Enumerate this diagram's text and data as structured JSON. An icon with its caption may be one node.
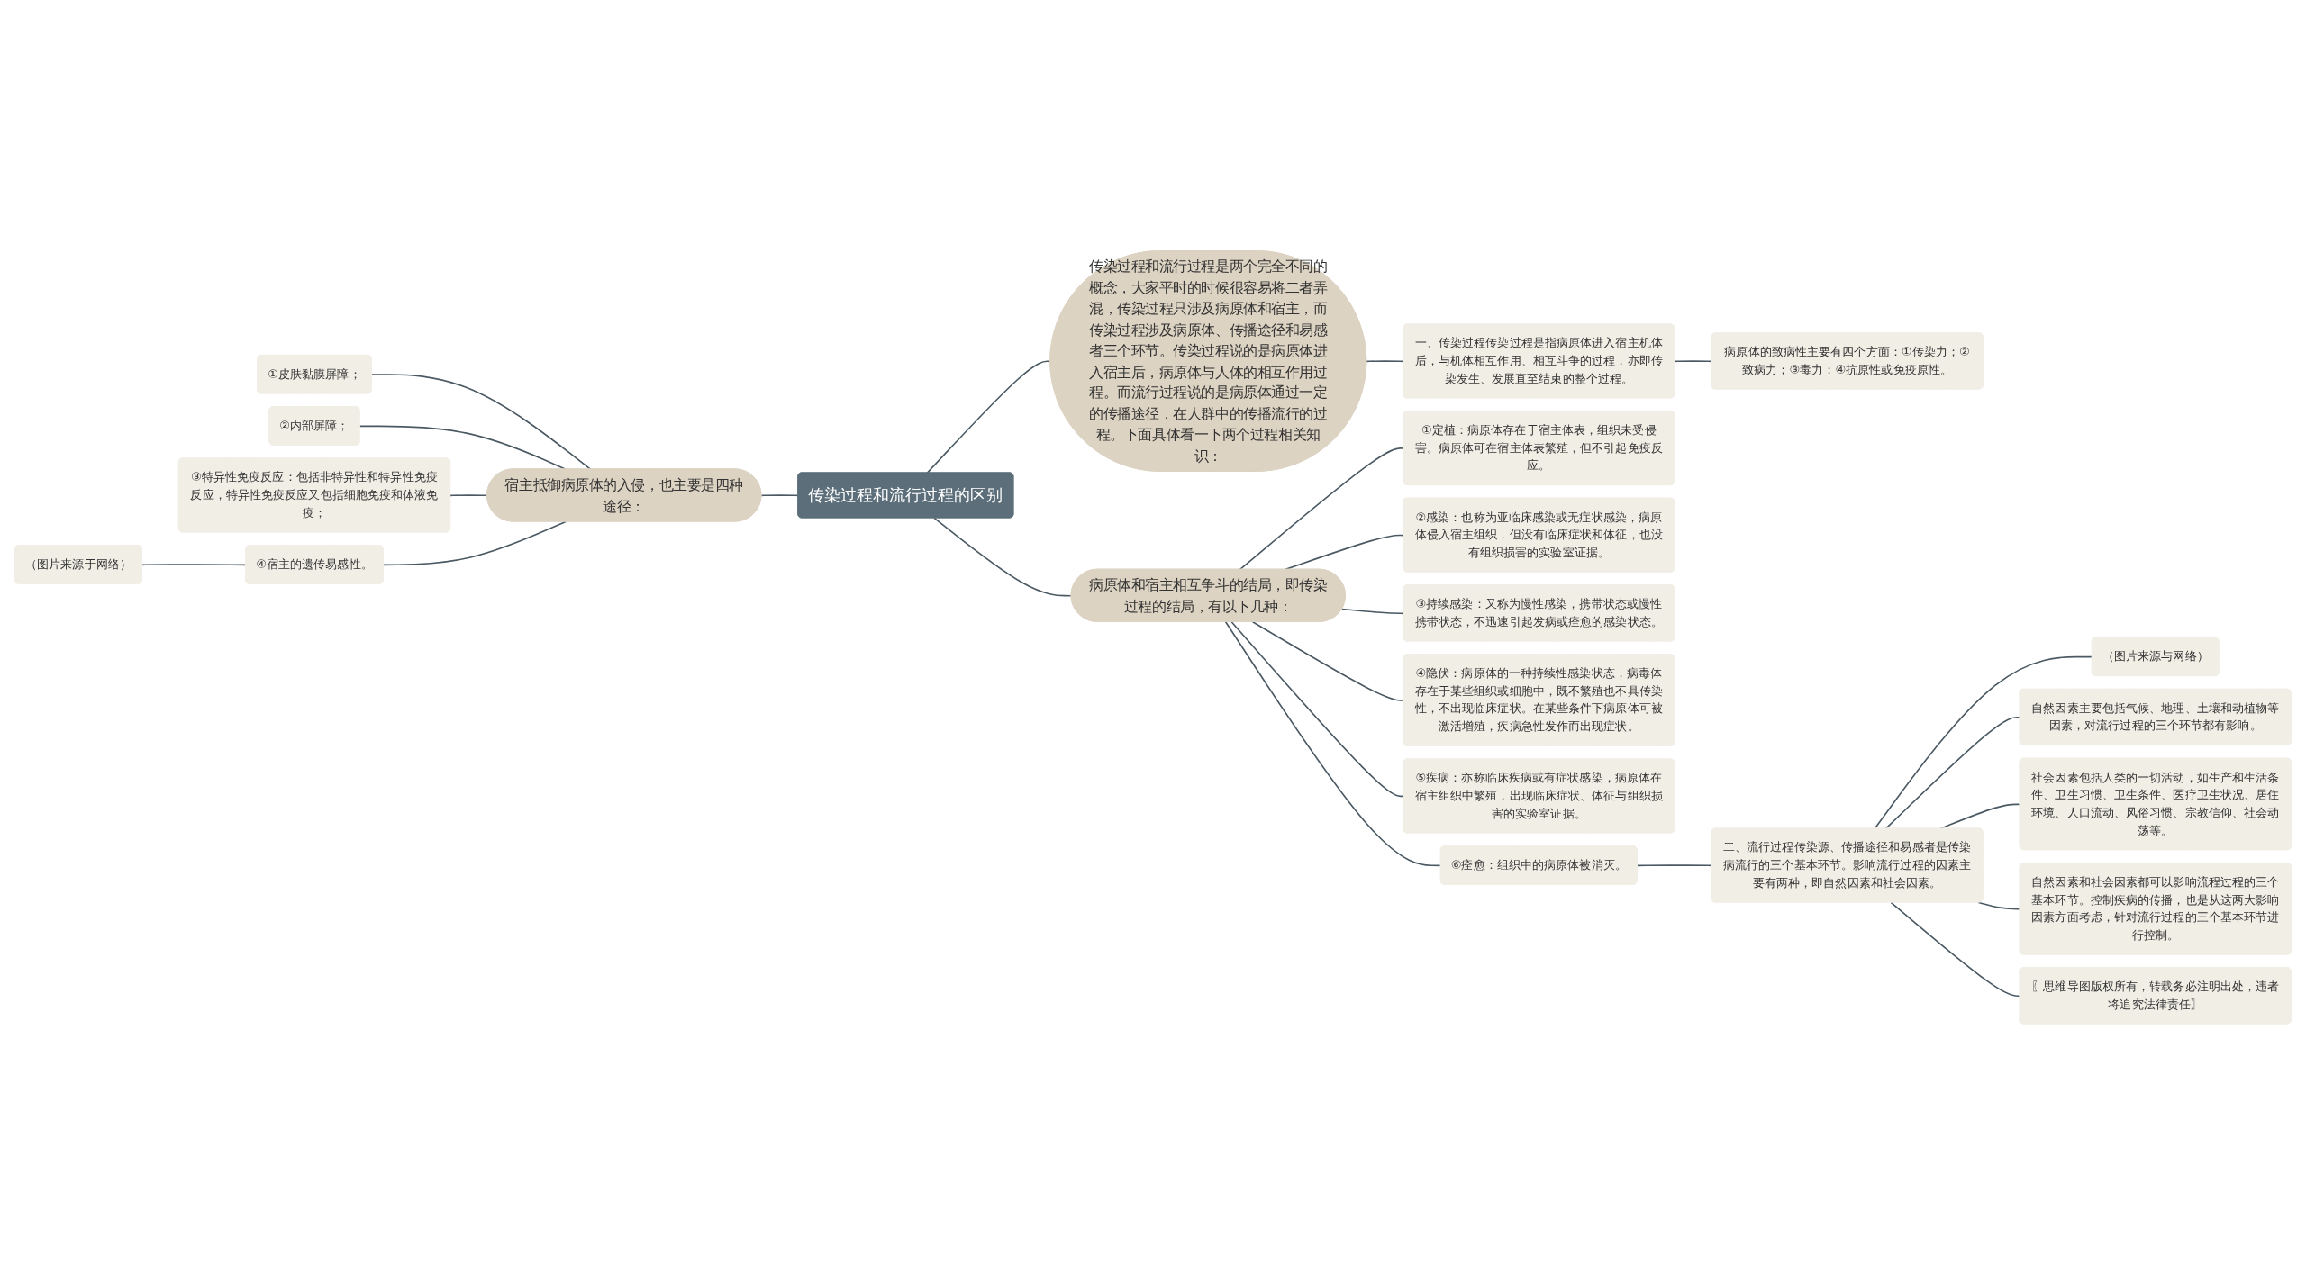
{
  "diagram": {
    "nodes": [
      {
        "text": [
          "传染过程和流行过程的区别"
        ]
      },
      {
        "text": [
          "传染过程和流行过程是两个完全不同的概念，大家平时的时候很容易将二者弄混，传染过程只涉及病原体和宿主，而传染过程涉及病原体、传播途径和易感者三个环节。传染过程说的是病原体进入宿主后，病原体与人体的相互作用过程。而流行过程说的是病原体通过一定的传播途径，在人群中的传播流行的过程。下面具体看一下两个过程相关知识："
        ]
      },
      {
        "text": [
          "一、传染过程传染过程是指病原体进入宿主机体后，与机体相互作用、相互斗争的过程，亦即传染发生、发展直至结束的整个过程。"
        ]
      },
      {
        "text": [
          "病原体的致病性主要有四个方面：①传染力；②致病力；③毒力；④抗原性或免疫原性。"
        ]
      },
      {
        "text": [
          "病原体和宿主相互争斗的结局，即传染过程的结局，有以下几种："
        ]
      },
      {
        "text": [
          "①定植：病原体存在于宿主体表，组织未受侵害。病原体可在宿主体表繁殖，但不引起免疫反应。"
        ]
      },
      {
        "text": [
          "②感染：也称为亚临床感染或无症状感染，病原体侵入宿主组织，但没有临床症状和体征，也没有组织损害的实验室证据。"
        ]
      },
      {
        "text": [
          "③持续感染：又称为慢性感染，携带状态或慢性携带状态，不迅速引起发病或痊愈的感染状态。"
        ]
      },
      {
        "text": [
          "④隐伏：病原体的一种持续性感染状态，病毒体存在于某些组织或细胞中，既不繁殖也不具传染性，不出现临床症状。在某些条件下病原体可被激活增殖，疾病急性发作而出现症状。"
        ]
      },
      {
        "text": [
          "⑤疾病：亦称临床疾病或有症状感染，病原体在宿主组织中繁殖，出现临床症状、体征与组织损害的实验室证据。"
        ]
      },
      {
        "text": [
          "⑥痊愈：组织中的病原体被消灭。"
        ]
      },
      {
        "text": [
          "二、流行过程传染源、传播途径和易感者是传染病流行的三个基本环节。影响流行过程的因素主要有两种，即自然因素和社会因素。"
        ]
      },
      {
        "text": [
          "（图片来源与网络）"
        ]
      },
      {
        "text": [
          "自然因素主要包括气候、地理、土壤和动植物等因素，对流行过程的三个环节都有影响。"
        ]
      },
      {
        "text": [
          "社会因素包括人类的一切活动，如生产和生活条件、卫生习惯、卫生条件、医疗卫生状况、居住环境、人口流动、风俗习惯、宗教信仰、社会动荡等。"
        ]
      },
      {
        "text": [
          "自然因素和社会因素都可以影响流程过程的三个基本环节。控制疾病的传播，也是从这两大影响因素方面考虑，针对流行过程的三个基本环节进行控制。"
        ]
      },
      {
        "text": [
          "〖思维导图版权所有，转载务必注明出处，违者将追究法律责任〗"
        ]
      },
      {
        "text": [
          "宿主抵御病原体的入侵，也主要是四种途径："
        ]
      },
      {
        "text": [
          "①皮肤黏膜屏障；"
        ]
      },
      {
        "text": [
          "②内部屏障；"
        ]
      },
      {
        "text": [
          "③特异性免疫反应：包括非特异性和特异性免疫反应，特异性免疫反应又包括细胞免疫和体液免疫；"
        ]
      },
      {
        "text": [
          "④宿主的遗传易感性。"
        ]
      },
      {
        "text": [
          "（图片来源于网络）"
        ]
      }
    ],
    "edges": [
      {
        "from": 0,
        "to": 1,
        "arrow": "none"
      },
      {
        "from": 1,
        "to": 2,
        "arrow": "none"
      },
      {
        "from": 2,
        "to": 3,
        "arrow": "none"
      },
      {
        "from": 0,
        "to": 4,
        "arrow": "none"
      },
      {
        "from": 4,
        "to": 5,
        "arrow": "none"
      },
      {
        "from": 4,
        "to": 6,
        "arrow": "none"
      },
      {
        "from": 4,
        "to": 7,
        "arrow": "none"
      },
      {
        "from": 4,
        "to": 8,
        "arrow": "none"
      },
      {
        "from": 4,
        "to": 9,
        "arrow": "none"
      },
      {
        "from": 4,
        "to": 10,
        "arrow": "none"
      },
      {
        "from": 10,
        "to": 11,
        "arrow": "none"
      },
      {
        "from": 11,
        "to": 12,
        "arrow": "none"
      },
      {
        "from": 11,
        "to": 13,
        "arrow": "none"
      },
      {
        "from": 11,
        "to": 14,
        "arrow": "none"
      },
      {
        "from": 11,
        "to": 15,
        "arrow": "none"
      },
      {
        "from": 11,
        "to": 16,
        "arrow": "none"
      },
      {
        "from": 0,
        "to": 17,
        "arrow": "none"
      },
      {
        "from": 17,
        "to": 18,
        "arrow": "none"
      },
      {
        "from": 17,
        "to": 19,
        "arrow": "none"
      },
      {
        "from": 17,
        "to": 20,
        "arrow": "none"
      },
      {
        "from": 17,
        "to": 21,
        "arrow": "none"
      },
      {
        "from": 21,
        "to": 22,
        "arrow": "none"
      }
    ]
  }
}
